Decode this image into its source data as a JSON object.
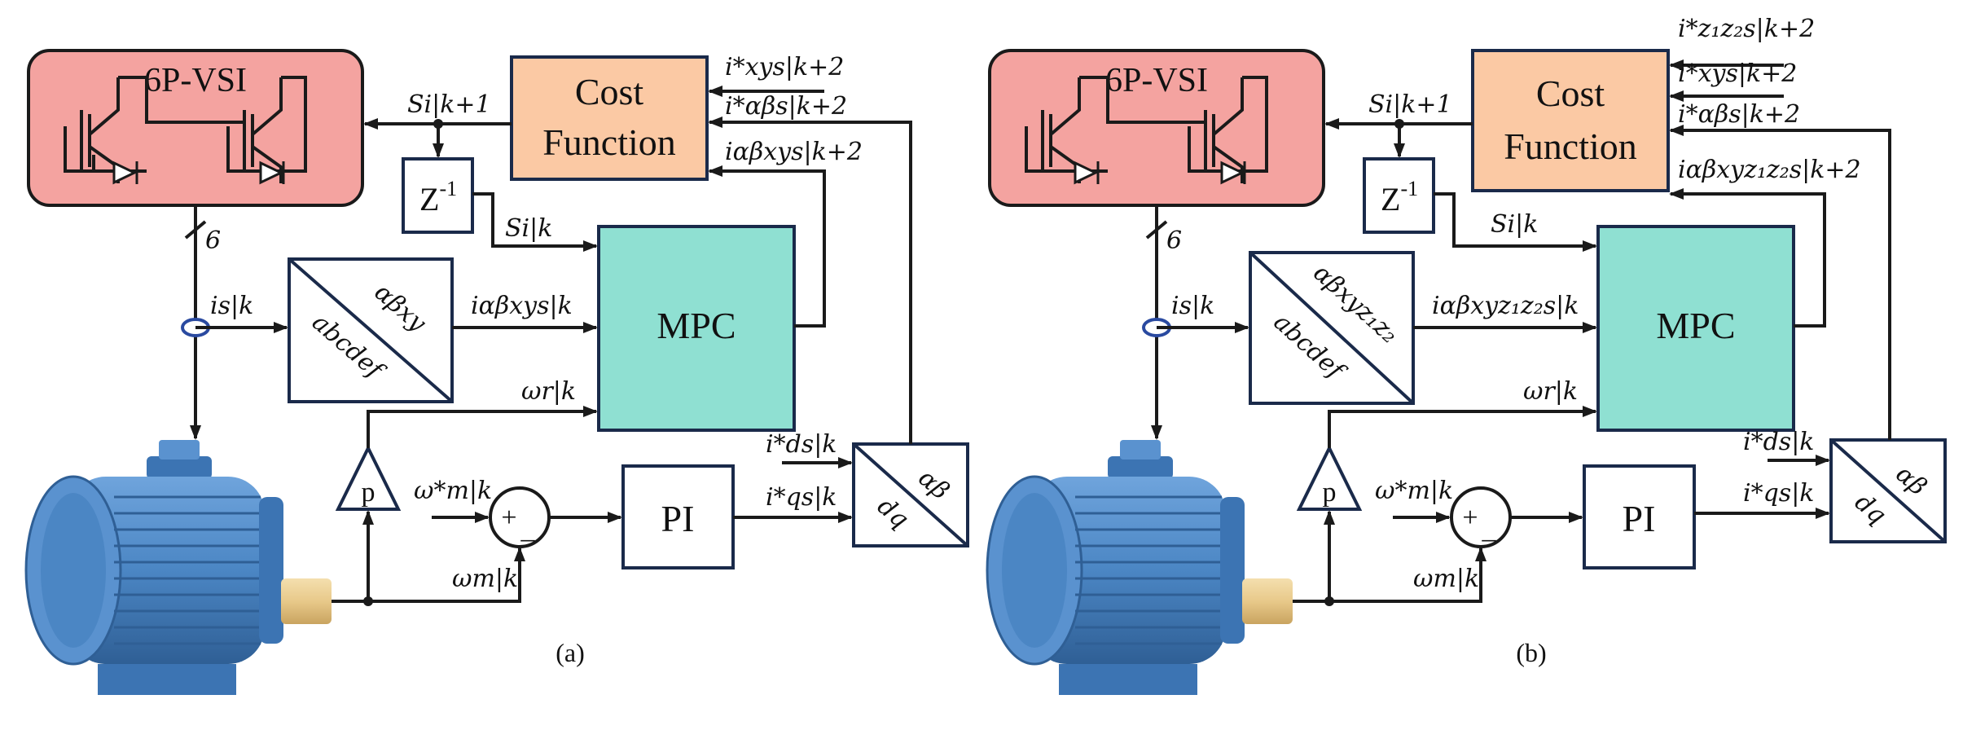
{
  "panels": [
    {
      "caption": "(a)",
      "vsi_label": "6P-VSI",
      "bus_count": "6",
      "cost_line1": "Cost",
      "cost_line2": "Function",
      "mpc_label": "MPC",
      "pi_label": "PI",
      "gain_label": "p",
      "delay_label": "Z",
      "delay_exp": "-1",
      "transform_top": "αβxy",
      "transform_bottom": "abcdef",
      "park_top": "αβ",
      "park_bottom": "dq",
      "sum_plus": "+",
      "sum_minus": "_",
      "signals": {
        "ref1": "i*xys|k+2",
        "ref2": "i*αβs|k+2",
        "pred": "iαβxys|k+2",
        "switch_next": "Si|k+1",
        "switch_now": "Si|k",
        "current_meas": "is|k",
        "current_trans": "iαβxys|k",
        "omega_r": "ωr|k",
        "omega_ref": "ω*m|k",
        "omega_m": "ωm|k",
        "ids_ref": "i*ds|k",
        "iqs_ref": "i*qs|k"
      }
    },
    {
      "caption": "(b)",
      "vsi_label": "6P-VSI",
      "bus_count": "6",
      "cost_line1": "Cost",
      "cost_line2": "Function",
      "mpc_label": "MPC",
      "pi_label": "PI",
      "gain_label": "p",
      "delay_label": "Z",
      "delay_exp": "-1",
      "transform_top": "αβxyz₁z₂",
      "transform_bottom": "abcdef",
      "park_top": "αβ",
      "park_bottom": "dq",
      "sum_plus": "+",
      "sum_minus": "_",
      "signals": {
        "ref0": "i*z₁z₂s|k+2",
        "ref1": "i*xys|k+2",
        "ref2": "i*αβs|k+2",
        "pred": "iαβxyz₁z₂s|k+2",
        "switch_next": "Si|k+1",
        "switch_now": "Si|k",
        "current_meas": "is|k",
        "current_trans": "iαβxyz₁z₂s|k",
        "omega_r": "ωr|k",
        "omega_ref": "ω*m|k",
        "omega_m": "ωm|k",
        "ids_ref": "i*ds|k",
        "iqs_ref": "i*qs|k"
      }
    }
  ],
  "colors": {
    "vsi_fill": "#f4a3a0",
    "cost_fill": "#fbc9a4",
    "mpc_fill": "#8fe0d2",
    "motor_body": "#4b86c4",
    "motor_dark": "#2f5f95",
    "shaft": "#e8c98a"
  }
}
